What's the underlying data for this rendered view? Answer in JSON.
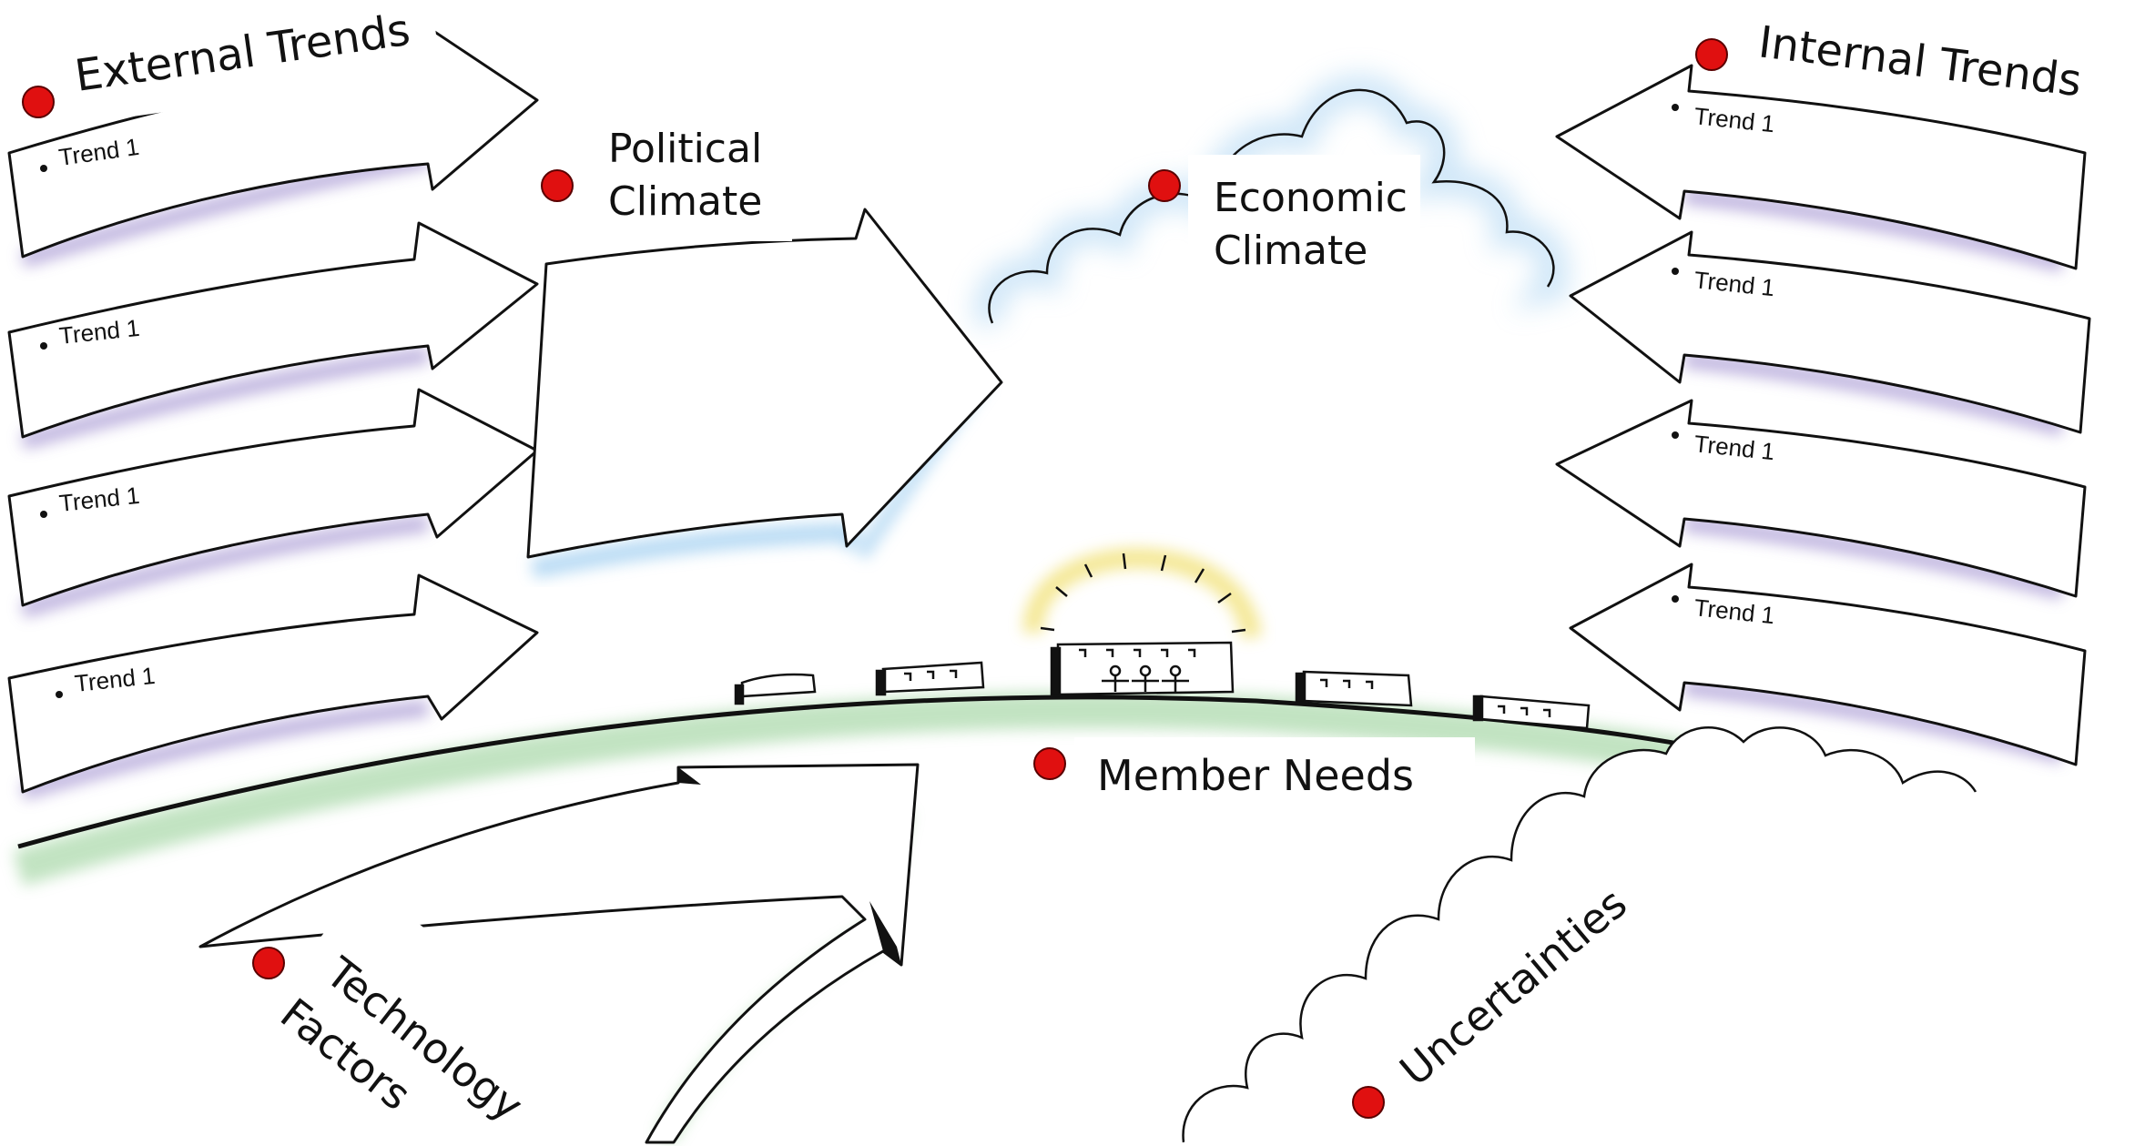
{
  "labels": {
    "external_trends": "External Trends",
    "internal_trends": "Internal Trends",
    "political_line1": "Political",
    "political_line2": "Climate",
    "economic_line1": "Economic",
    "economic_line2": "Climate",
    "member_needs": "Member Needs",
    "technology_line1": "Technology",
    "technology_line2": "Factors",
    "uncertainties": "Uncertainties"
  },
  "external_trend_items": [
    "Trend 1",
    "Trend 1",
    "Trend 1",
    "Trend 1"
  ],
  "internal_trend_items": [
    "Trend 1",
    "Trend 1",
    "Trend 1",
    "Trend 1"
  ],
  "colors": {
    "marker_dot": "#e01010",
    "purple_shadow": "#b3a6d9",
    "blue_glow": "#a9d3f2",
    "green_ground": "#a8d8a8",
    "halo_yellow": "#f2e27a"
  }
}
